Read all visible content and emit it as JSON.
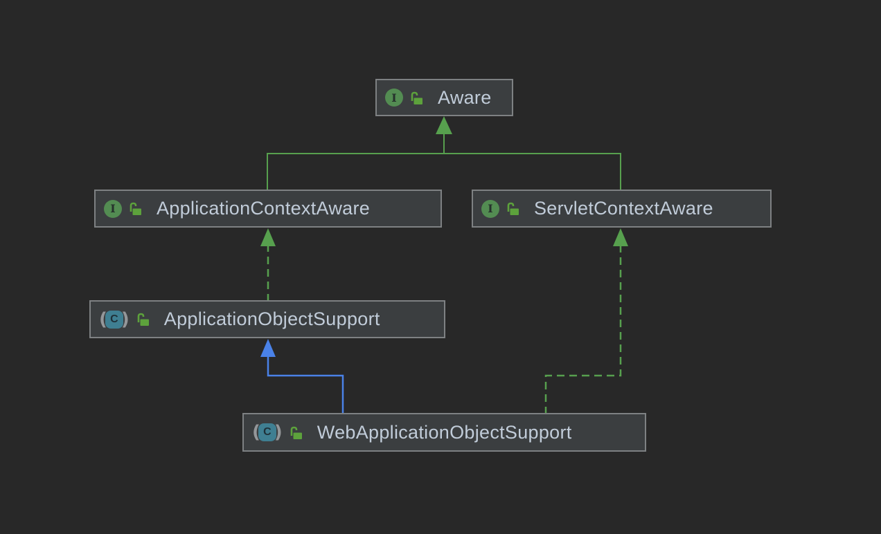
{
  "diagram": {
    "kind": "uml-class-diagram",
    "colors": {
      "background": "#282828",
      "node_background": "#3b3e40",
      "node_border": "#7e8183",
      "label_text": "#c1ccd9",
      "inheritance_green": "#57a04e",
      "inheritance_blue": "#4a82e8",
      "interface_icon": "#538c52",
      "abstract_class_icon": "#3f7f92",
      "lock_icon": "#5da23c"
    },
    "nodes": {
      "aware": {
        "label": "Aware",
        "kind": "interface",
        "visibility": "public",
        "icon_letter": "I"
      },
      "application_context_aware": {
        "label": "ApplicationContextAware",
        "kind": "interface",
        "visibility": "public",
        "icon_letter": "I"
      },
      "servlet_context_aware": {
        "label": "ServletContextAware",
        "kind": "interface",
        "visibility": "public",
        "icon_letter": "I"
      },
      "application_object_support": {
        "label": "ApplicationObjectSupport",
        "kind": "abstract-class",
        "visibility": "public",
        "icon_letter": "C",
        "paren_open": "(",
        "paren_close": ")"
      },
      "web_application_object_support": {
        "label": "WebApplicationObjectSupport",
        "kind": "abstract-class",
        "visibility": "public",
        "icon_letter": "C",
        "paren_open": "(",
        "paren_close": ")"
      }
    },
    "edges": [
      {
        "from": "ApplicationContextAware",
        "to": "Aware",
        "relation": "extends",
        "line": "solid",
        "color": "green"
      },
      {
        "from": "ServletContextAware",
        "to": "Aware",
        "relation": "extends",
        "line": "solid",
        "color": "green"
      },
      {
        "from": "ApplicationObjectSupport",
        "to": "ApplicationContextAware",
        "relation": "implements",
        "line": "dashed",
        "color": "green"
      },
      {
        "from": "WebApplicationObjectSupport",
        "to": "ApplicationObjectSupport",
        "relation": "extends",
        "line": "solid",
        "color": "blue"
      },
      {
        "from": "WebApplicationObjectSupport",
        "to": "ServletContextAware",
        "relation": "implements",
        "line": "dashed",
        "color": "green"
      }
    ]
  }
}
